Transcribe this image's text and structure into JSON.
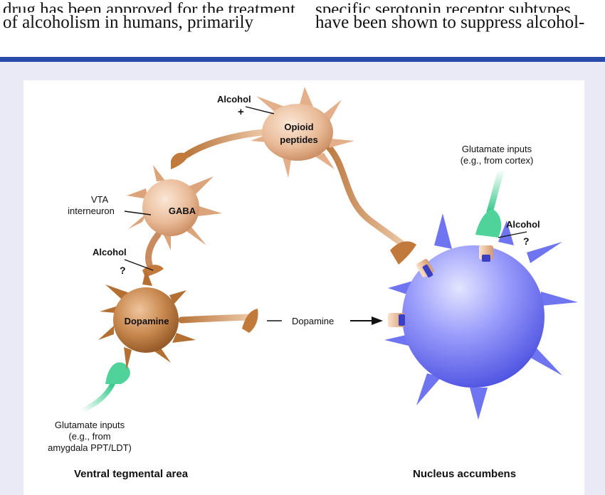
{
  "article": {
    "left_column": [
      "drug has been approved for the treatment",
      "of alcoholism in humans, primarily"
    ],
    "right_column": [
      "specific serotonin receptor subtypes",
      "have been shown to suppress alcohol-"
    ]
  },
  "figure": {
    "labels": {
      "alcohol_top": "Alcohol",
      "alcohol_top_sign": "+",
      "opioid_line1": "Opioid",
      "opioid_line2": "peptides",
      "glutamate_cortex_line1": "Glutamate inputs",
      "glutamate_cortex_line2": "(e.g., from cortex)",
      "vta_line1": "VTA",
      "vta_line2": "interneuron",
      "gaba": "GABA",
      "alcohol_right": "Alcohol",
      "alcohol_right_sign": "?",
      "alcohol_left": "Alcohol",
      "alcohol_left_sign": "?",
      "dopamine_cell": "Dopamine",
      "dopamine_arrow": "Dopamine",
      "glutamate_amygdala_line1": "Glutamate inputs",
      "glutamate_amygdala_line2": "(e.g., from",
      "glutamate_amygdala_line3": "amygdala PPT/LDT)",
      "region_left": "Ventral tegmental area",
      "region_right": "Nucleus accumbens"
    },
    "colors": {
      "neuron_tan": "#d9a27a",
      "neuron_tan_light": "#f3d6bd",
      "dopamine_brown": "#b87336",
      "accumbens_blue": "#7b7ff5",
      "glutamate_green": "#4fd39a",
      "rule_blue": "#2b4bab"
    }
  }
}
